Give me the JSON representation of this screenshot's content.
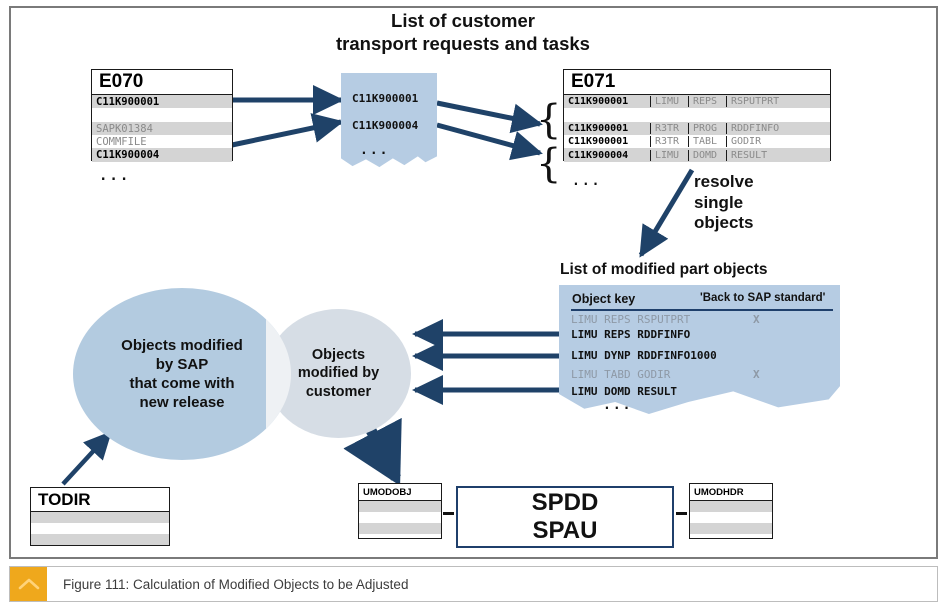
{
  "caption": {
    "icon": "chevron-up-icon",
    "text": "Figure 111: Calculation of Modified Objects to be Adjusted",
    "icon_color": "#efa81c"
  },
  "colors": {
    "arrow_blue": "#1f4268",
    "paper_blue": "#b6cce3",
    "circle_sap": "#b3cbe0",
    "circle_customer": "#d6dde5",
    "row_shade": "#d4d4d4",
    "gray_text": "#8a8a8a",
    "box_border": "#1f3f6b"
  },
  "titles": {
    "main_line1": "List of customer",
    "main_line2": "transport requests and tasks",
    "resolve_line1": "resolve",
    "resolve_line2": "single",
    "resolve_line3": "objects",
    "modified_list": "List of modified part objects"
  },
  "e070": {
    "header": "E070",
    "rows": [
      {
        "key": "C11K900001",
        "style": "bold",
        "shade": true
      },
      {
        "key": "",
        "style": "bold",
        "shade": false
      },
      {
        "key": "SAPK01384",
        "style": "gray",
        "shade": true
      },
      {
        "key": "COMMFILE",
        "style": "gray",
        "shade": false
      },
      {
        "key": "C11K900004",
        "style": "bold",
        "shade": true
      }
    ],
    "ellipsis": "..."
  },
  "e071": {
    "header": "E071",
    "rows": [
      {
        "key": "C11K900001",
        "c1": "LIMU",
        "c2": "REPS",
        "c3": "RSPUTPRT",
        "shade": true
      },
      {
        "key": "",
        "c1": "",
        "c2": "",
        "c3": "",
        "shade": false
      },
      {
        "key": "C11K900001",
        "c1": "R3TR",
        "c2": "PROG",
        "c3": "RDDFINFO",
        "shade": true
      },
      {
        "key": "C11K900001",
        "c1": "R3TR",
        "c2": "TABL",
        "c3": "GODIR",
        "shade": false
      },
      {
        "key": "C11K900004",
        "c1": "LIMU",
        "c2": "DOMD",
        "c3": "RESULT",
        "shade": true
      }
    ],
    "ellipsis": "...",
    "brace_top": "{",
    "brace_bottom": "{"
  },
  "middle_paper": {
    "line1": "C11K900001",
    "line2": "C11K900004",
    "ellipsis": "..."
  },
  "modified_list": {
    "col_header_key": "Object key",
    "col_header_flag": "'Back to SAP standard'",
    "rows": [
      {
        "key": "LIMU REPS RSPUTPRT",
        "flag": "X",
        "style": "gray"
      },
      {
        "key": "LIMU REPS RDDFINFO",
        "flag": "",
        "style": "bold"
      },
      {
        "key": "LIMU DYNP RDDFINFO1000",
        "flag": "",
        "style": "bold"
      },
      {
        "key": "LIMU TABD GODIR",
        "flag": "X",
        "style": "gray"
      },
      {
        "key": "LIMU DOMD RESULT",
        "flag": "",
        "style": "bold"
      }
    ],
    "ellipsis": "..."
  },
  "venn": {
    "sap_circle": {
      "line1": "Objects modified",
      "line2": "by SAP",
      "line3": "that come with",
      "line4": "new release"
    },
    "customer_circle": {
      "line1": "Objects",
      "line2": "modified by",
      "line3": "customer"
    }
  },
  "todir": {
    "header": "TODIR"
  },
  "umodobj": {
    "header": "UMODOBJ"
  },
  "umodhdr": {
    "header": "UMODHDR"
  },
  "spdd_box": {
    "line1": "SPDD",
    "line2": "SPAU"
  }
}
